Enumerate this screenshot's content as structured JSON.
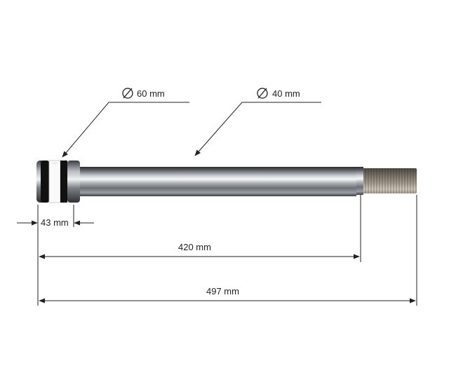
{
  "labels": {
    "head_diameter": "60 mm",
    "rod_diameter": "40 mm",
    "head_length": "43 mm",
    "rod_length": "420 mm",
    "total_length": "497 mm"
  },
  "symbols": {
    "diameter": "diameter-symbol"
  },
  "colors": {
    "line": "#222222",
    "steel_dark": "#6f7377",
    "steel_light": "#f4f5f6",
    "seal_black": "#111111",
    "seal_white": "#ffffff",
    "thread": "#7b7468"
  }
}
